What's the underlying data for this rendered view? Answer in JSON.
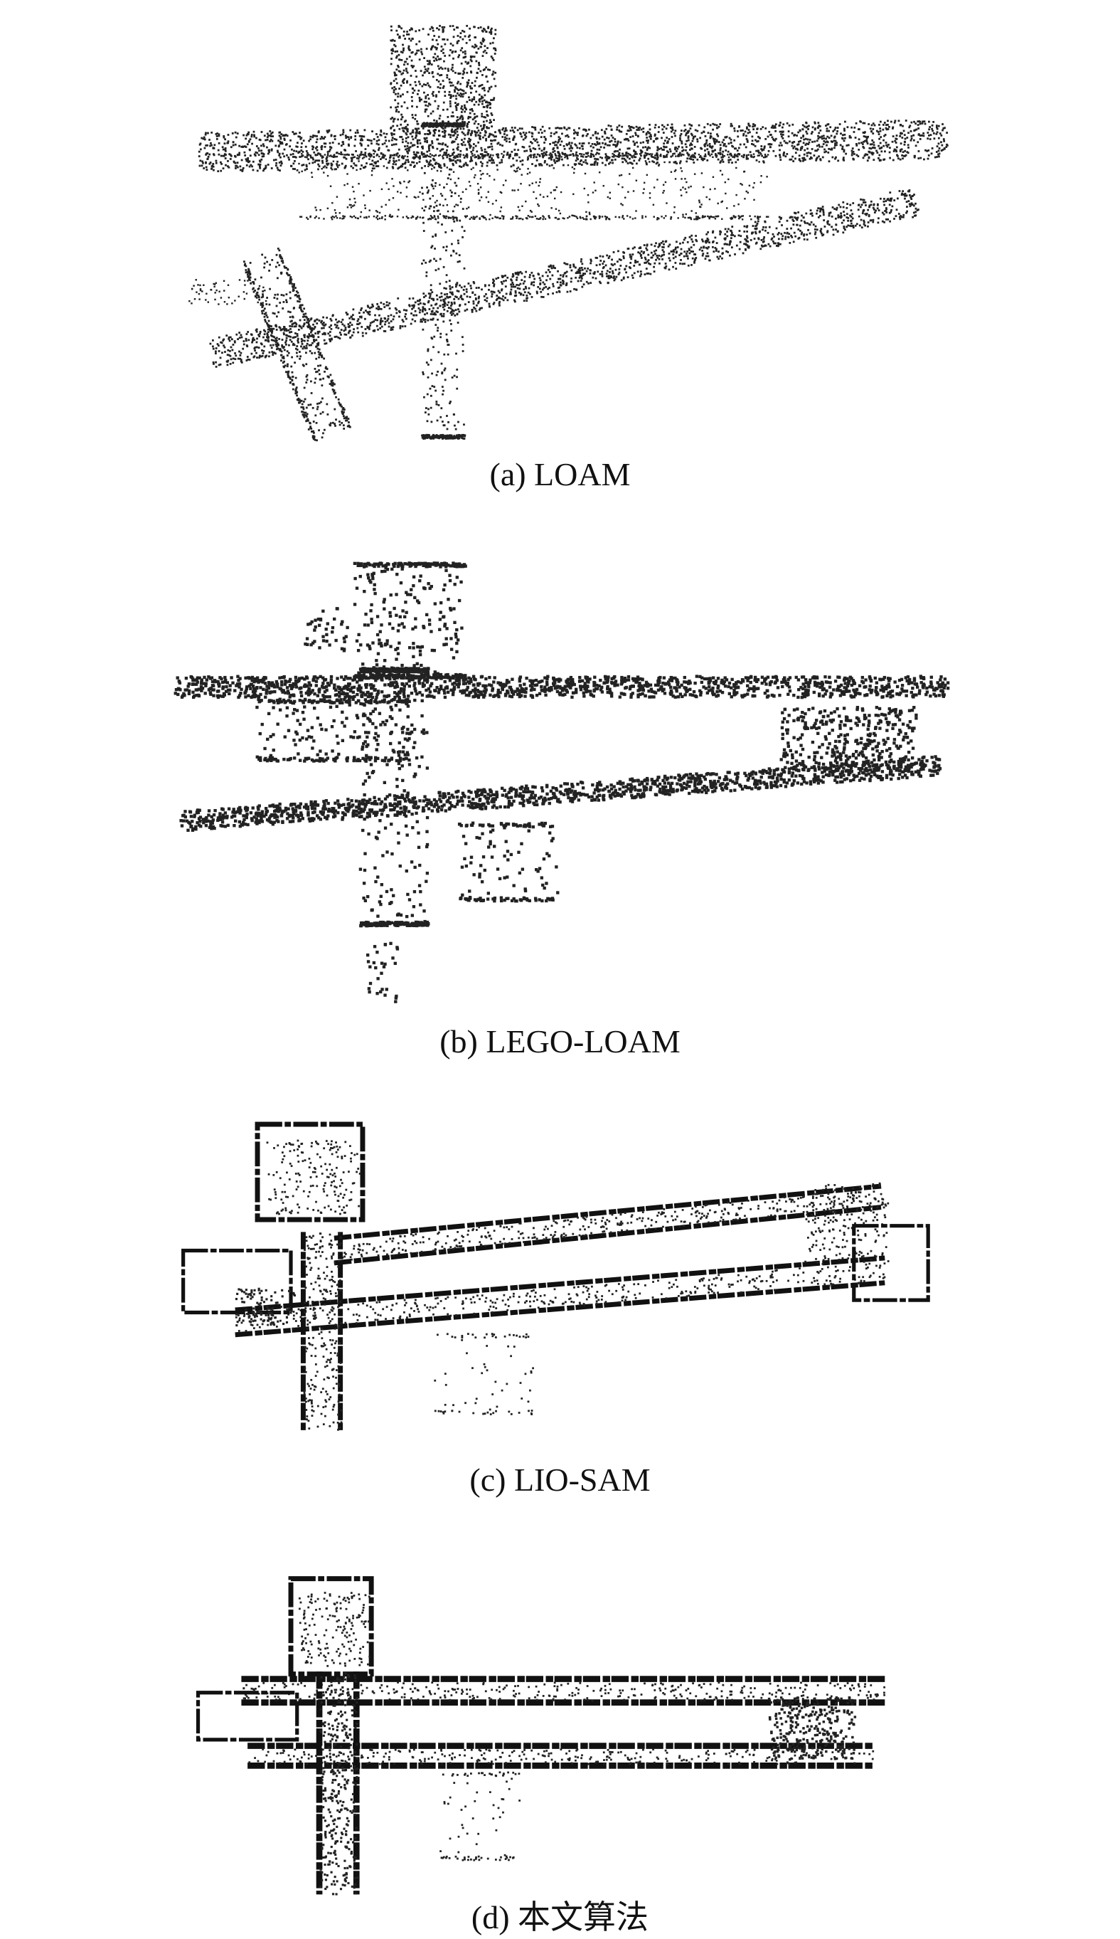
{
  "figure": {
    "panels": [
      {
        "id": "a",
        "caption": "(a) LOAM"
      },
      {
        "id": "b",
        "caption": "(b) LEGO-LOAM"
      },
      {
        "id": "c",
        "caption": "(c) LIO-SAM"
      },
      {
        "id": "d",
        "caption": "(d) 本文算法"
      }
    ]
  }
}
